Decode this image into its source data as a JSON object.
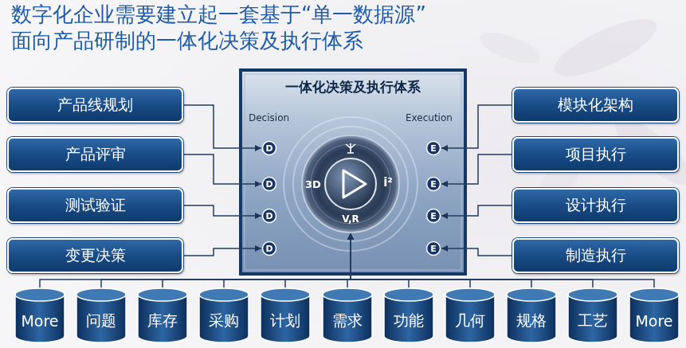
{
  "diagram": {
    "title": "数字化企业需要建立起一套基于“单一数据源” 面向产品研制的一体化决策及执行体系",
    "nodes": [
      {
        "text": [
          "一体化决策及执行体系"
        ]
      },
      {
        "text": [
          "D"
        ],
        "in": 0
      },
      {
        "text": [
          "D"
        ],
        "in": 0
      },
      {
        "text": [
          "D"
        ],
        "in": 0
      },
      {
        "text": [
          "D"
        ],
        "in": 0
      },
      {
        "text": [
          "E"
        ],
        "in": 0
      },
      {
        "text": [
          "E"
        ],
        "in": 0
      },
      {
        "text": [
          "E"
        ],
        "in": 0
      },
      {
        "text": [
          "E"
        ],
        "in": 0
      },
      {
        "text": [
          "3D",
          "i²",
          "V,R"
        ],
        "in": 0
      },
      {
        "text": [
          "产品线规划"
        ]
      },
      {
        "text": [
          "产品评审"
        ]
      },
      {
        "text": [
          "测试验证"
        ]
      },
      {
        "text": [
          "变更决策"
        ]
      },
      {
        "text": [
          "模块化架构"
        ]
      },
      {
        "text": [
          "项目执行"
        ]
      },
      {
        "text": [
          "设计执行"
        ]
      },
      {
        "text": [
          "制造执行"
        ]
      },
      {
        "text": [
          "More"
        ]
      },
      {
        "text": [
          "问题"
        ]
      },
      {
        "text": [
          "库存"
        ]
      },
      {
        "text": [
          "采购"
        ]
      },
      {
        "text": [
          "计划"
        ]
      },
      {
        "text": [
          "需求"
        ]
      },
      {
        "text": [
          "功能"
        ]
      },
      {
        "text": [
          "几何"
        ]
      },
      {
        "text": [
          "规格"
        ]
      },
      {
        "text": [
          "工艺"
        ]
      },
      {
        "text": [
          "More"
        ]
      }
    ],
    "edges": [
      {
        "from": 10,
        "to": 1,
        "arrow": "to"
      },
      {
        "from": 11,
        "to": 2,
        "arrow": "to"
      },
      {
        "from": 12,
        "to": 3,
        "arrow": "to"
      },
      {
        "from": 13,
        "to": 4,
        "arrow": "to"
      },
      {
        "from": 14,
        "to": 5,
        "arrow": "to"
      },
      {
        "from": 15,
        "to": 6,
        "arrow": "to"
      },
      {
        "from": 16,
        "to": 7,
        "arrow": "to"
      },
      {
        "from": 17,
        "to": 8,
        "arrow": "to"
      },
      {
        "from": 18,
        "to": 9,
        "arrow": "to"
      },
      {
        "from": 19,
        "to": 9,
        "arrow": "to"
      },
      {
        "from": 20,
        "to": 9,
        "arrow": "to"
      },
      {
        "from": 21,
        "to": 9,
        "arrow": "to"
      },
      {
        "from": 22,
        "to": 9,
        "arrow": "to"
      },
      {
        "from": 23,
        "to": 9,
        "arrow": "to"
      },
      {
        "from": 24,
        "to": 9,
        "arrow": "to"
      },
      {
        "from": 25,
        "to": 9,
        "arrow": "to"
      },
      {
        "from": 26,
        "to": 9,
        "arrow": "to"
      },
      {
        "from": 27,
        "to": 9,
        "arrow": "to"
      },
      {
        "from": 28,
        "to": 9,
        "arrow": "to"
      }
    ],
    "labels": [
      "Decision",
      "Execution"
    ]
  }
}
